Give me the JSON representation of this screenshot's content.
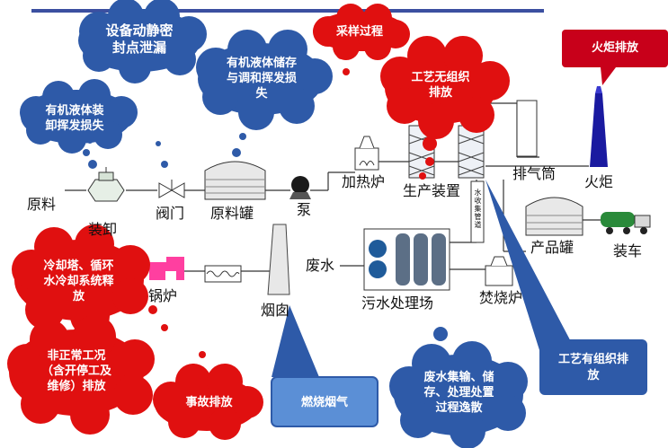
{
  "colors": {
    "red_bubble": "#e01010",
    "blue_bubble": "#2e5aa8",
    "light_blue_bubble": "#5b8fd6",
    "header_line": "#3b4fa0",
    "dark_red_box": "#c8001a",
    "stack_blue": "#1a1aa0"
  },
  "bubbles": {
    "equipment_leak": "设备动静密\n封点泄漏",
    "organic_storage": "有机液体储存\n与调和挥发损\n失",
    "organic_loading": "有机液体装\n卸挥发损失",
    "sampling": "采样过程",
    "process_fugitive": "工艺无组织\n排放",
    "flare_emission": "火炬排放",
    "cooling_tower": "冷却塔、循环\n水冷却系统释\n放",
    "abnormal": "非正常工况\n（含开停工及\n维修）排放",
    "accident": "事故排放",
    "flue_gas": "燃烧烟气",
    "wastewater_escape": "废水集输、储\n存、处理处置\n过程逸散",
    "process_organized": "工艺有组织排\n放"
  },
  "labels": {
    "raw_material": "原料",
    "loading": "装卸",
    "valve": "阀门",
    "raw_tank": "原料罐",
    "pump": "泵",
    "heater": "加热炉",
    "production_unit": "生产装置",
    "exhaust_stack": "排气筒",
    "flare": "火炬",
    "product_tank": "产品罐",
    "truck_loading": "装车",
    "boiler": "锅炉",
    "chimney": "烟囱",
    "wastewater": "废水",
    "sewage_plant": "污水处理场",
    "incinerator": "焚烧炉",
    "water_pipe": "水收集管道"
  }
}
